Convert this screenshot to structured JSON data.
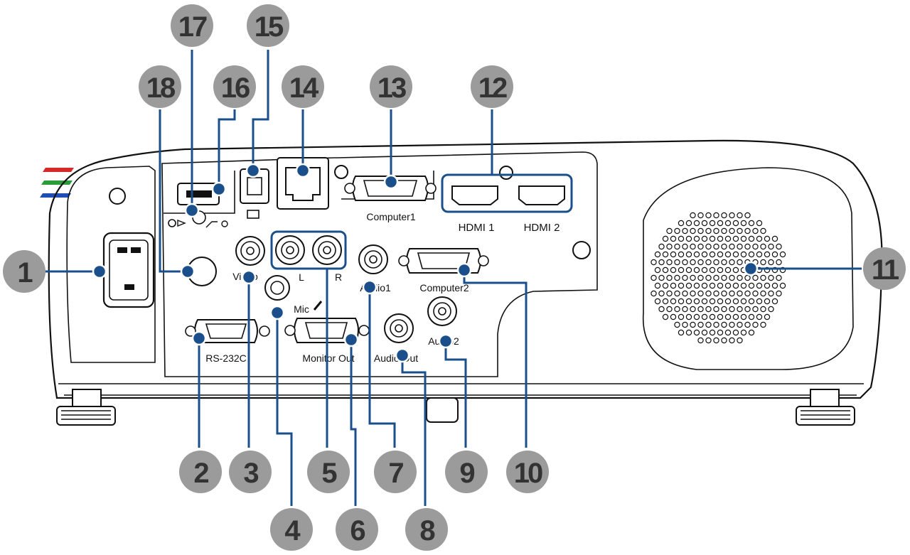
{
  "diagram": {
    "port_labels": {
      "computer1": "Computer1",
      "hdmi1": "HDMI 1",
      "hdmi2": "HDMI 2",
      "computer2": "Computer2",
      "video": "Video",
      "l": "L",
      "r": "R",
      "mic": "Mic",
      "audio1": "Audio1",
      "audio2": "Audio2",
      "rs232c": "RS-232C",
      "monitor_out": "Monitor Out",
      "audio_out": "Audio Out"
    },
    "callouts": [
      "1",
      "2",
      "3",
      "4",
      "5",
      "6",
      "7",
      "8",
      "9",
      "10",
      "11",
      "12",
      "13",
      "14",
      "15",
      "16",
      "17",
      "18"
    ],
    "colors": {
      "leader": "#1a4f8c",
      "callout_bubble": "#9b9b9b",
      "callout_text": "#333333",
      "logo_red": "#d62828",
      "logo_green": "#2a9d3a",
      "logo_blue": "#1f4fb4"
    }
  }
}
